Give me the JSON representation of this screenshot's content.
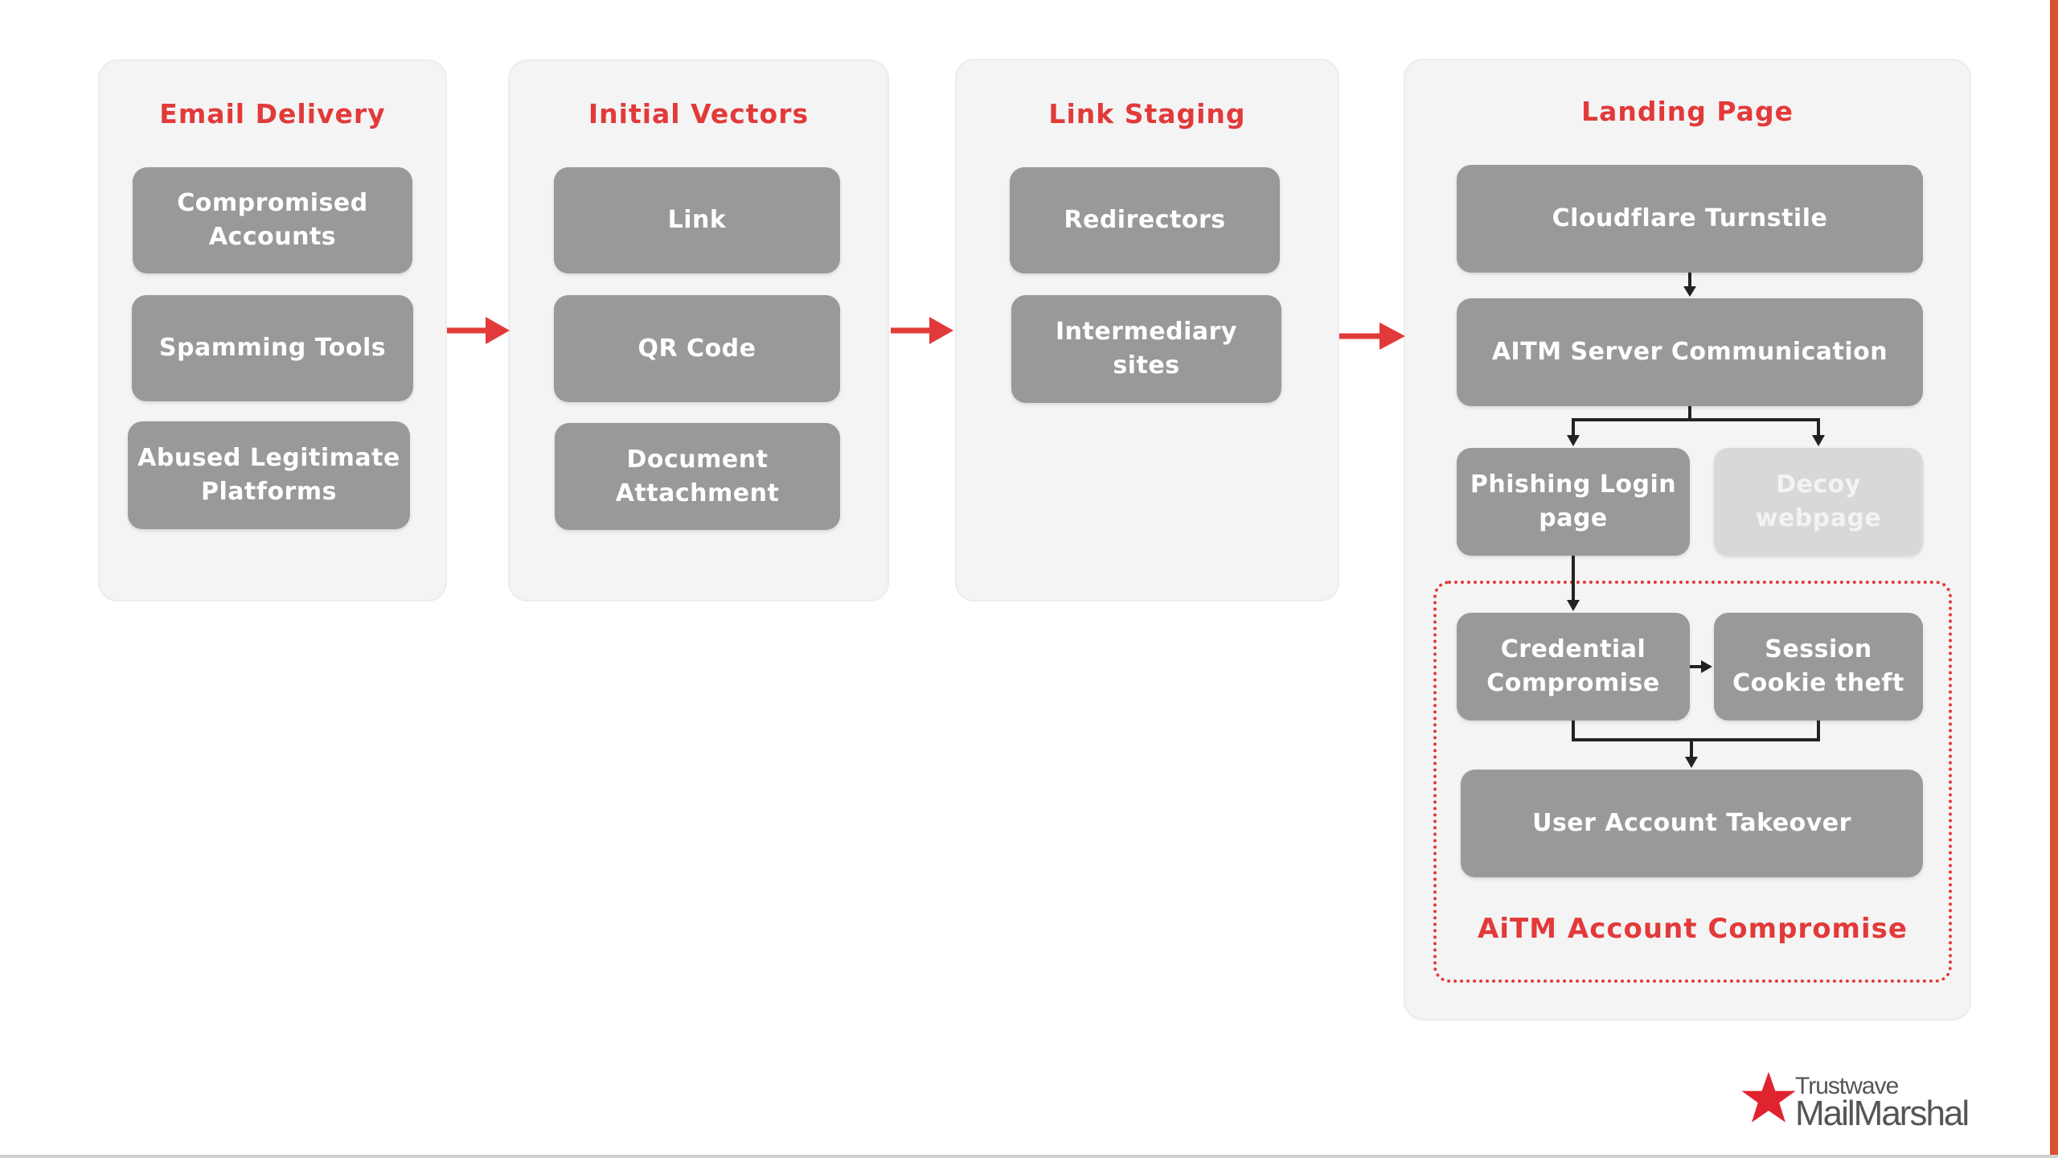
{
  "columns": {
    "email_delivery": {
      "title": "Email Delivery",
      "items": [
        "Compromised\nAccounts",
        "Spamming Tools",
        "Abused Legitimate\nPlatforms"
      ]
    },
    "initial_vectors": {
      "title": "Initial Vectors",
      "items": [
        "Link",
        "QR Code",
        "Document\nAttachment"
      ]
    },
    "link_staging": {
      "title": "Link Staging",
      "items": [
        "Redirectors",
        "Intermediary\nsites"
      ]
    },
    "landing_page": {
      "title": "Landing Page",
      "cloudflare": "Cloudflare Turnstile",
      "aitm_server": "AITM Server Communication",
      "phishing_login": "Phishing Login\npage",
      "decoy": "Decoy\nwebpage",
      "credential": "Credential\nCompromise",
      "session_cookie": "Session\nCookie theft",
      "takeover": "User Account Takeover",
      "group_label": "AiTM Account Compromise"
    }
  },
  "logo": {
    "line1": "Trustwave",
    "line2": "MailMarshal"
  },
  "colors": {
    "accent": "#e23a3a",
    "node": "#999999",
    "node_faded": "#d8d8d8",
    "panel": "#f4f4f4",
    "right_strip": "#d9542e"
  }
}
